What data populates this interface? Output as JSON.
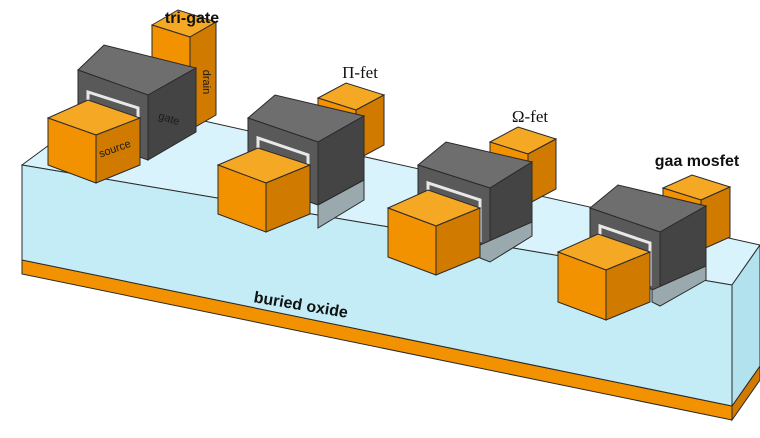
{
  "diagram": {
    "substrate_label": "buried oxide",
    "devices": [
      {
        "name": "tri-gate",
        "parts": {
          "source": "source",
          "gate": "gate",
          "drain": "drain"
        }
      },
      {
        "name": "Π-fet"
      },
      {
        "name": "Ω-fet"
      },
      {
        "name": "gaa mosfet"
      }
    ]
  },
  "colors": {
    "substrate_top": "#d8f3fb",
    "substrate_front": "#c4ecf7",
    "substrate_side": "#b3e2ef",
    "base_layer": "#f39200",
    "source_drain_front": "#f39200",
    "source_drain_top": "#f5a823",
    "source_drain_side": "#d07a00",
    "gate_front": "#595959",
    "gate_top": "#6e6e6e",
    "gate_side": "#444444",
    "oxide_under_gate": "#9aa9ae",
    "outline": "#2a2a2a"
  }
}
